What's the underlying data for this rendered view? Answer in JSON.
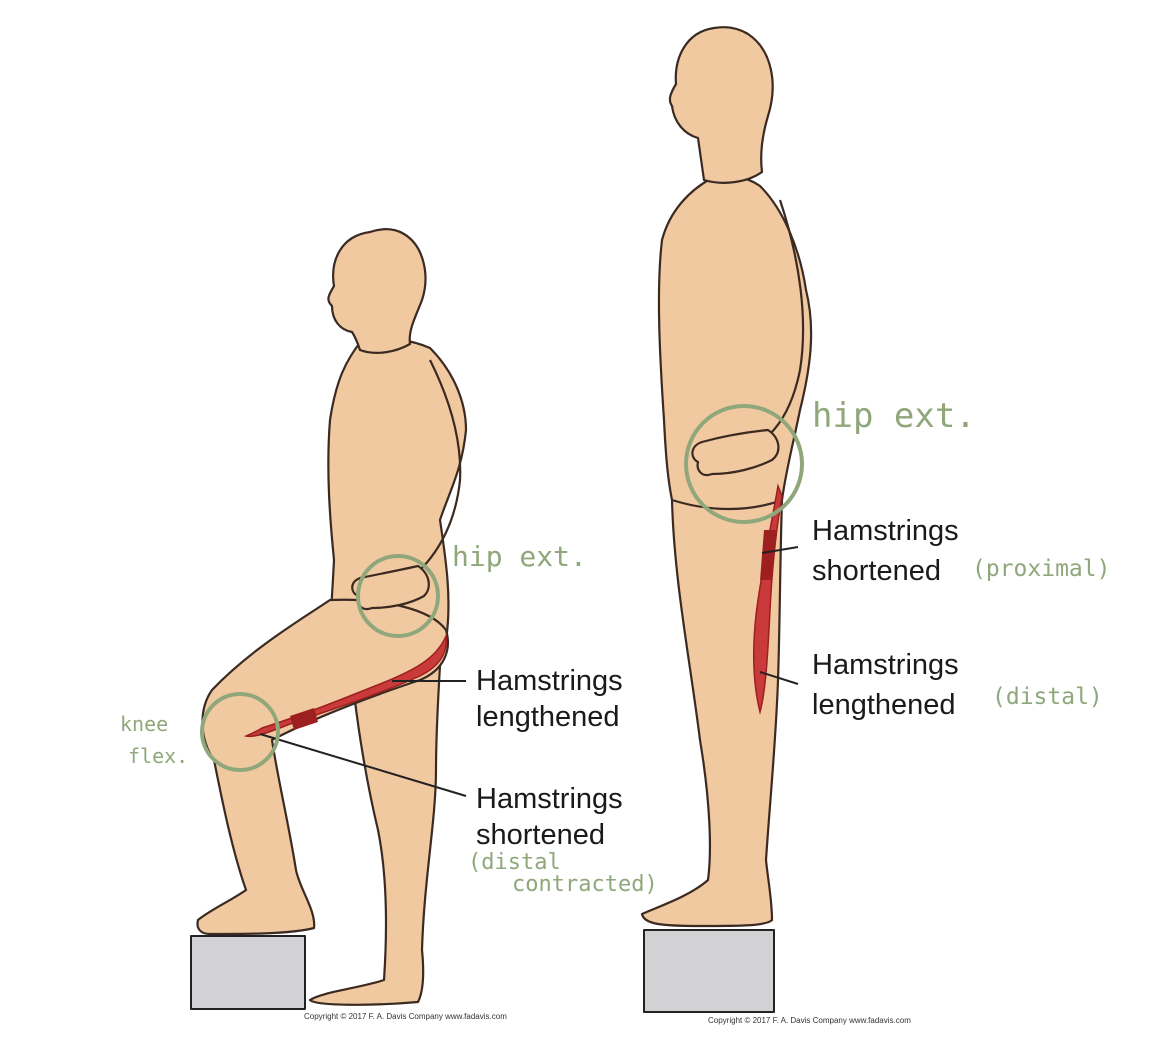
{
  "colors": {
    "skin": "#f1c9a0",
    "outline": "#3a2a22",
    "muscle": "#c93a3a",
    "muscle_dark": "#9e1f1f",
    "annotation": "#8fa77b",
    "box": "#d2d2d4"
  },
  "left_figure": {
    "label_lengthened": [
      "Hamstrings",
      "lengthened"
    ],
    "label_shortened": [
      "Hamstrings",
      "shortened"
    ],
    "note_hip": "hip ext.",
    "note_knee": [
      "knee",
      "flex."
    ],
    "note_distal": [
      "(distal",
      "contracted)"
    ],
    "copyright": "Copyright © 2017  F. A. Davis Company  www.fadavis.com"
  },
  "right_figure": {
    "label_shortened": [
      "Hamstrings",
      "shortened"
    ],
    "label_lengthened": [
      "Hamstrings",
      "lengthened"
    ],
    "note_hip": "hip ext.",
    "note_proximal": "(proximal)",
    "note_distal": "(distal)",
    "copyright": "Copyright © 2017  F. A. Davis Company  www.fadavis.com"
  }
}
